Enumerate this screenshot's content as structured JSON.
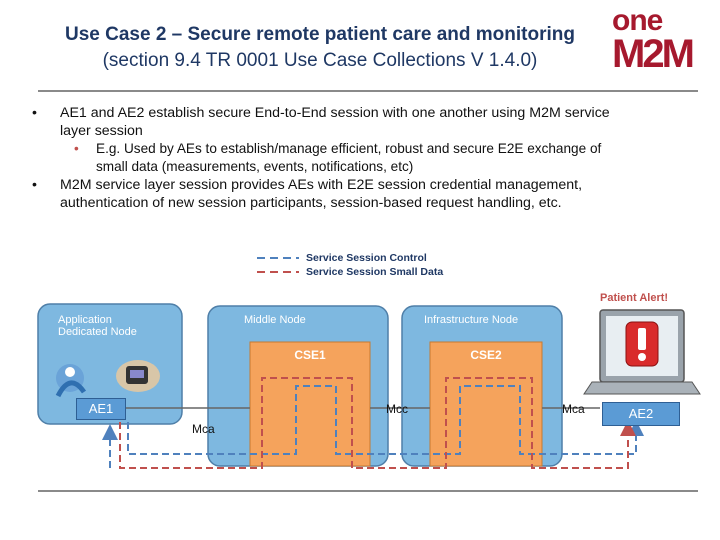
{
  "title": {
    "line1": "Use Case 2 – Secure remote patient care and monitoring",
    "line2": "(section 9.4 TR 0001 Use Case Collections V 1.4.0)"
  },
  "logo": {
    "top": "one",
    "bottom": "M2M"
  },
  "bullets": {
    "b1_line1": "AE1 and AE2 establish secure End-to-End session with one another using M2M service",
    "b1_line2": "layer session",
    "b1_sub_line1": "E.g. Used by AEs to establish/manage efficient, robust and secure E2E exchange of",
    "b1_sub_line2": "small data (measurements, events, notifications, etc)",
    "b2_line1": "M2M service layer session provides AEs with E2E session credential management,",
    "b2_line2": "authentication of new session participants, session-based request handling, etc.",
    "glyph": "•"
  },
  "legend": {
    "control": "Service Session Control",
    "small_data": "Service Session Small Data",
    "control_color": "#4f81bd",
    "small_data_color": "#c0504d"
  },
  "diagram": {
    "app_node": {
      "line1": "Application",
      "line2": "Dedicated Node"
    },
    "middle_node": "Middle Node",
    "infra_node": "Infrastructure Node",
    "cse1": "CSE1",
    "cse2": "CSE2",
    "ae1": "AE1",
    "ae2": "AE2",
    "mca_left": "Mca",
    "mcc": "Mcc",
    "mca_right": "Mca",
    "alert": "Patient Alert!",
    "alert_symbol": "!",
    "node_color": "#7eb8e0",
    "cse_color": "#f5a35c"
  }
}
